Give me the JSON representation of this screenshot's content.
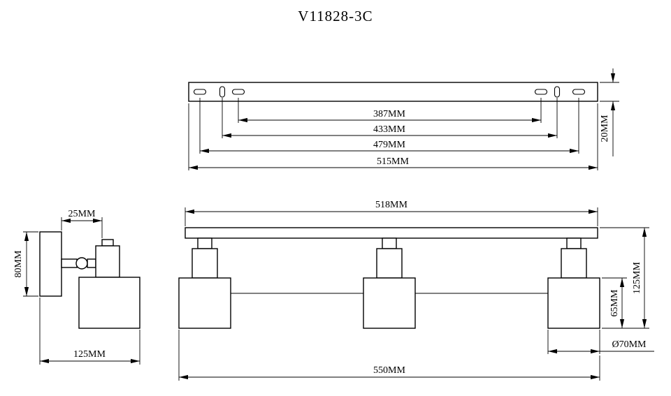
{
  "title": "V11828-3C",
  "colors": {
    "line": "#000000",
    "background": "#ffffff"
  },
  "bracket_view": {
    "dims": {
      "d387": "387MM",
      "d433": "433MM",
      "d479": "479MM",
      "d515": "515MM",
      "d20": "20MM"
    }
  },
  "side_view": {
    "dims": {
      "d25": "25MM",
      "d80": "80MM",
      "d125": "125MM"
    }
  },
  "front_view": {
    "dims": {
      "d518": "518MM",
      "d125": "125MM",
      "d65": "65MM",
      "d70": "Ø70MM",
      "d550": "550MM"
    }
  }
}
